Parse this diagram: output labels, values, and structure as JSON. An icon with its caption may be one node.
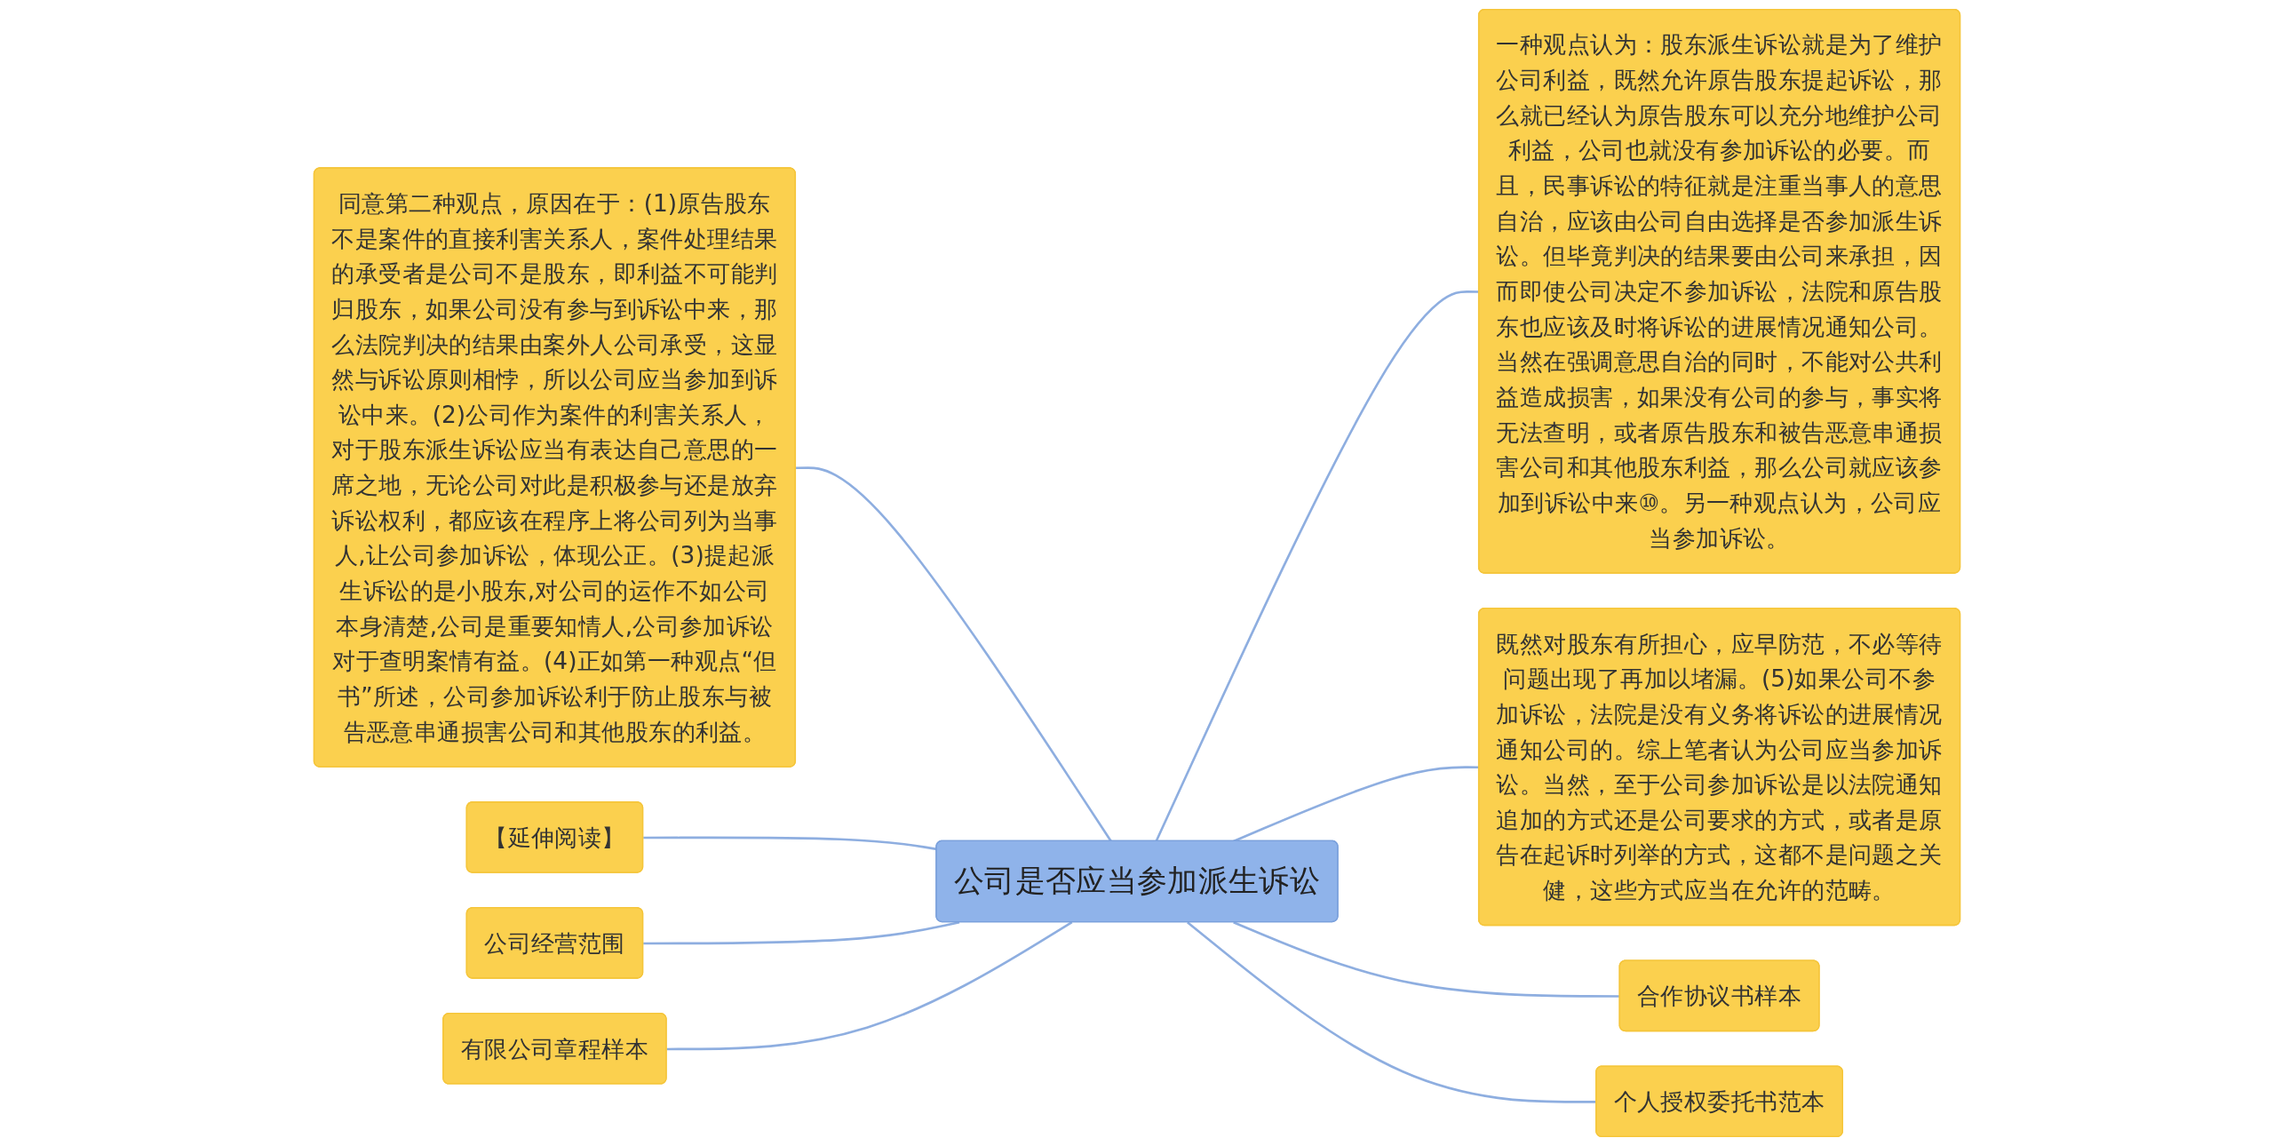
{
  "diagram": {
    "nodes": [
      {
        "text": [
          "公司是否应当参加派生诉讼"
        ]
      },
      {
        "text": [
          "同意第二种观点，原因在于：(1)原告股东不是案件的直接利害关系人，案件处理结果的承受者是公司不是股东，即利益不可能判归股东，如果公司没有参与到诉讼中来，那么法院判决的结果由案外人公司承受，这显然与诉讼原则相悖，所以公司应当参加到诉讼中来。(2)公司作为案件的利害关系人，对于股东派生诉讼应当有表达自己意思的一席之地，无论公司对此是积极参与还是放弃诉讼权利，都应该在程序上将公司列为当事人,让公司参加诉讼，体现公正。(3)提起派生诉讼的是小股东,对公司的运作不如公司本身清楚,公司是重要知情人,公司参加诉讼对于查明案情有益。(4)正如第一种观点“但书”所述，公司参加诉讼利于防止股东与被告恶意串通损害公司和其他股东的利益。"
        ]
      },
      {
        "text": [
          "一种观点认为：股东派生诉讼就是为了维护公司利益，既然允许原告股东提起诉讼，那么就已经认为原告股东可以充分地维护公司利益，公司也就没有参加诉讼的必要。而且，民事诉讼的特征就是注重当事人的意思自治，应该由公司自由选择是否参加派生诉讼。但毕竟判决的结果要由公司来承担，因而即使公司决定不参加诉讼，法院和原告股东也应该及时将诉讼的进展情况通知公司。当然在强调意思自治的同时，不能对公共利益造成损害，如果没有公司的参与，事实将无法查明，或者原告股东和被告恶意串通损害公司和其他股东利益，那么公司就应该参加到诉讼中来⑩。另一种观点认为，公司应当参加诉讼。"
        ]
      },
      {
        "text": [
          "【延伸阅读】"
        ]
      },
      {
        "text": [
          "公司经营范围"
        ]
      },
      {
        "text": [
          "有限公司章程样本"
        ]
      },
      {
        "text": [
          "既然对股东有所担心，应早防范，不必等待问题出现了再加以堵漏。(5)如果公司不参加诉讼，法院是没有义务将诉讼的进展情况通知公司的。综上笔者认为公司应当参加诉讼。当然，至于公司参加诉讼是以法院通知追加的方式还是公司要求的方式，或者是原告在起诉时列举的方式，这都不是问题之关健，这些方式应当在允许的范畴。"
        ]
      },
      {
        "text": [
          "合作协议书样本"
        ]
      },
      {
        "text": [
          "个人授权委托书范本"
        ]
      }
    ],
    "edges": [
      {
        "from": 0,
        "to": 1,
        "arrow": "none"
      },
      {
        "from": 0,
        "to": 2,
        "arrow": "none"
      },
      {
        "from": 0,
        "to": 3,
        "arrow": "none"
      },
      {
        "from": 0,
        "to": 4,
        "arrow": "none"
      },
      {
        "from": 0,
        "to": 5,
        "arrow": "none"
      },
      {
        "from": 0,
        "to": 6,
        "arrow": "none"
      },
      {
        "from": 0,
        "to": 7,
        "arrow": "none"
      },
      {
        "from": 0,
        "to": 8,
        "arrow": "none"
      }
    ]
  }
}
